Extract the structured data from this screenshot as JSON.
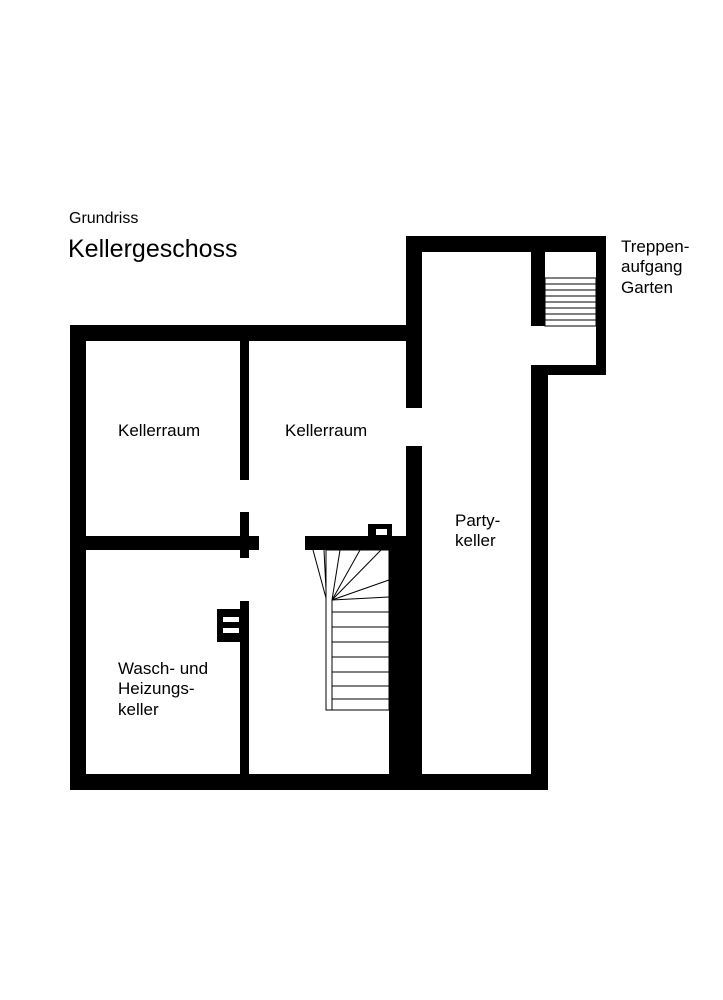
{
  "header": {
    "subtitle": "Grundriss",
    "title": "Kellergeschoss"
  },
  "rooms": {
    "kellerraum_left": "Kellerraum",
    "kellerraum_center": "Kellerraum",
    "partykeller": "Party-\nkeller",
    "wasch_heizung": "Wasch- und\nHeizungs-\nkeller",
    "treppe_garten": "Treppen-\naufgang\nGarten"
  },
  "colors": {
    "wall": "#000000",
    "background": "#ffffff"
  }
}
